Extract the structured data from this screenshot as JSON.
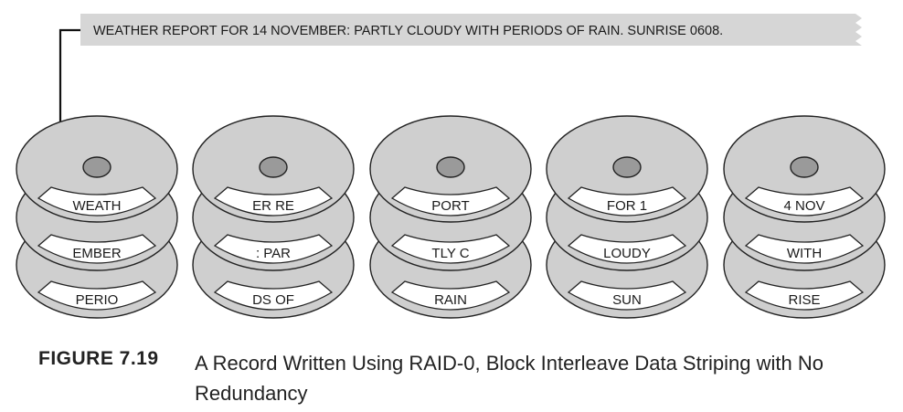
{
  "record": {
    "text": "WEATHER REPORT FOR 14 NOVEMBER: PARTLY CLOUDY WITH PERIODS OF RAIN. SUNRISE 0608."
  },
  "disks": [
    {
      "blocks": [
        "WEATH",
        "EMBER",
        "PERIO"
      ]
    },
    {
      "blocks": [
        "ER RE",
        ": PAR",
        "DS OF"
      ]
    },
    {
      "blocks": [
        "PORT",
        "TLY C",
        "RAIN"
      ]
    },
    {
      "blocks": [
        "FOR 1",
        "LOUDY",
        "SUN"
      ]
    },
    {
      "blocks": [
        "4 NOV",
        "WITH",
        "RISE"
      ]
    }
  ],
  "caption": {
    "number": "FIGURE 7.19",
    "title": "A Record Written Using RAID-0, Block Interleave Data Striping with No Redundancy"
  },
  "colors": {
    "platter": "#cfcfcf",
    "banner": "#d6d6d6",
    "label": "#ffffff",
    "stroke": "#222222"
  }
}
